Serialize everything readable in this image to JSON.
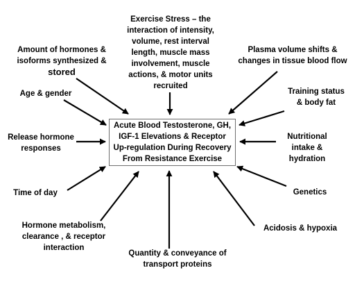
{
  "center": {
    "lines": [
      "Acute Blood Testosterone, GH,",
      "IGF-1 Elevations & Receptor",
      "Up-regulation During Recovery",
      "From Resistance Exercise"
    ]
  },
  "factors": {
    "exercise_stress": [
      "Exercise Stress – the",
      "interaction of intensity,",
      "volume, rest interval",
      "length, muscle mass",
      "involvement, muscle",
      "actions, & motor units",
      "recruited"
    ],
    "amount_hormones": [
      "Amount of hormones &",
      "isoforms  synthesized &",
      "stored"
    ],
    "plasma_volume": [
      "Plasma volume shifts &",
      "changes in tissue blood flow"
    ],
    "age_gender": [
      "Age & gender"
    ],
    "training_status": [
      "Training status",
      "& body fat"
    ],
    "release_hormone": [
      "Release hormone",
      "responses"
    ],
    "nutritional": [
      "Nutritional",
      "intake &",
      "hydration"
    ],
    "time_of_day": [
      "Time of day"
    ],
    "genetics": [
      "Genetics"
    ],
    "hormone_metabolism": [
      "Hormone metabolism,",
      "clearance , & receptor",
      "interaction"
    ],
    "acidosis": [
      "Acidosis & hypoxia"
    ],
    "transport": [
      "Quantity & conveyance of",
      "transport proteins"
    ]
  },
  "colors": {
    "text": "#000000",
    "arrow": "#000000",
    "box_border": "#6e6e6e",
    "background": "#ffffff"
  }
}
